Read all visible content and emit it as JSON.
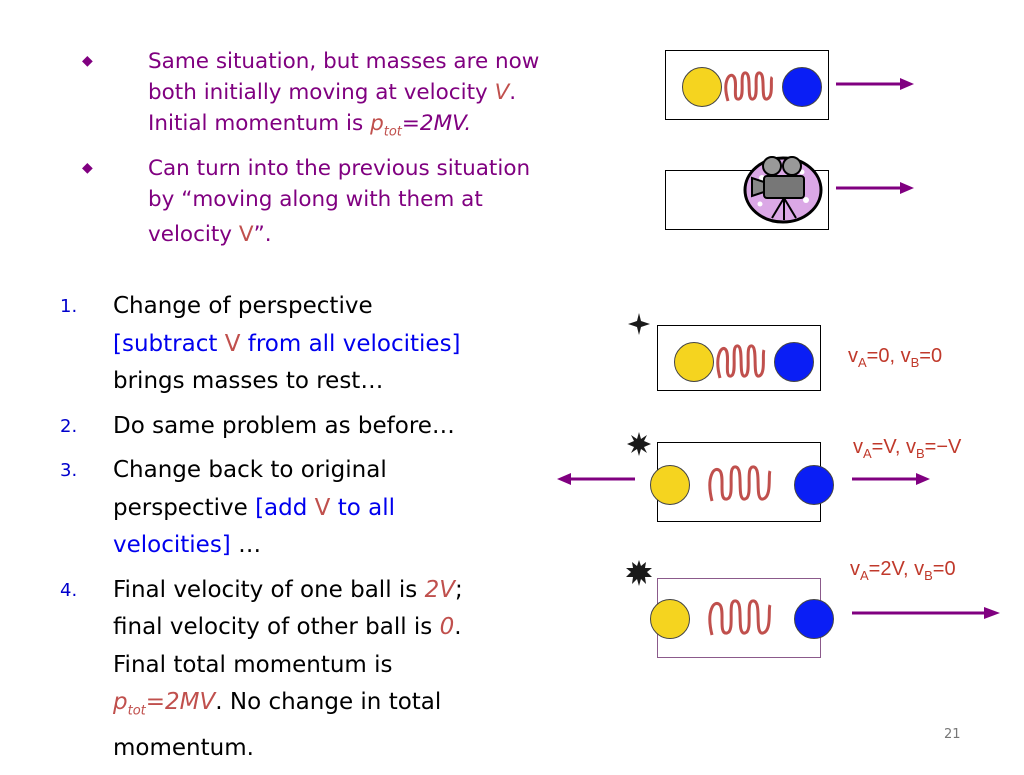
{
  "top_bullets": [
    {
      "line1": "Same situation, but masses are now",
      "line2a": "both initially moving at velocity ",
      "line2b": "V",
      "line2c": ".",
      "line3a": "Initial momentum is ",
      "line3p": "p",
      "line3sub": "tot",
      "line3rest": "=2MV."
    },
    {
      "line1": "Can turn into the previous situation",
      "line2": "by “moving along with them at",
      "line3a": "velocity ",
      "line3b": "V",
      "line3c": "”."
    }
  ],
  "steps": [
    {
      "num": "1.",
      "line1": "Change of perspective",
      "line2a": "[subtract ",
      "line2b": "V",
      "line2c": " from all velocities]",
      "line3": "brings masses to rest…"
    },
    {
      "num": "2.",
      "line1": "Do same problem as before…"
    },
    {
      "num": "3.",
      "line1": "Change back to original",
      "line2a": "perspective ",
      "line2b": "[add ",
      "line2c": "V",
      "line2d": " to all",
      "line3a": "velocities]",
      "line3b": " …"
    },
    {
      "num": "4.",
      "line1a": "Final velocity of one ball is ",
      "line1b": "2V",
      "line1c": ";",
      "line2a": "final velocity of other ball is ",
      "line2b": "0",
      "line2c": ".",
      "line3": "Final total momentum is",
      "line4p": "p",
      "line4sub": "tot",
      "line4b": "=2MV",
      "line4c": ".  No change in total",
      "line5": "momentum."
    }
  ],
  "labels": {
    "rest": {
      "a": "v",
      "asub": "A",
      "b": "=0, v",
      "bsub": "B",
      "c": "=0"
    },
    "moving": {
      "a": "v",
      "asub": "A",
      "b": "=V, v",
      "bsub": "B",
      "c": "=−V"
    },
    "final": {
      "a": "v",
      "asub": "A",
      "b": "=2V, v",
      "bsub": "B",
      "c": "=0"
    }
  },
  "colors": {
    "text_purple": "#800080",
    "accent_red": "#c0504d",
    "link_blue": "#0000ee",
    "ball_yellow": "#f5d41f",
    "ball_blue": "#0a1ef5",
    "spring": "#c0504d",
    "arrow": "#800080"
  },
  "icons": [
    "diamond-bullet-icon",
    "star-burst-icon",
    "movie-camera-icon",
    "spring-icon",
    "arrow-right-icon",
    "arrow-left-icon"
  ],
  "page_number": "21"
}
